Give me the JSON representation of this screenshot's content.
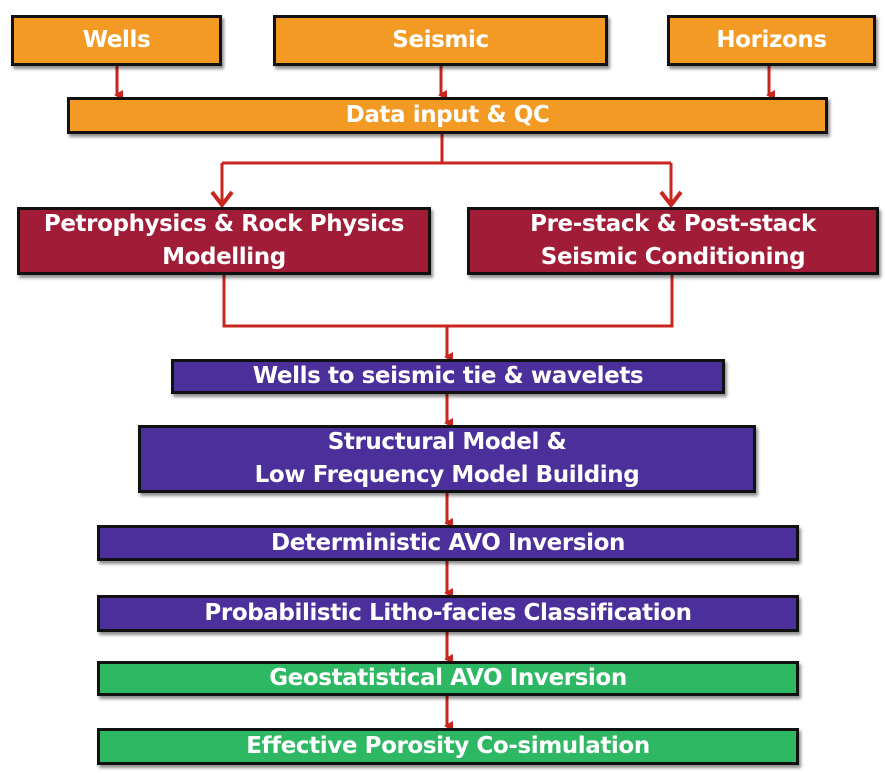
{
  "colors": {
    "orange": "#f39a25",
    "red": "#a11c36",
    "purple": "#4b2f9a",
    "green": "#2fb863",
    "connector": "#c8261f",
    "border": "#111111"
  },
  "nodes": {
    "wells": {
      "label": "Wells"
    },
    "seismic": {
      "label": "Seismic"
    },
    "horizons": {
      "label": "Horizons"
    },
    "data_input": {
      "label": "Data input & QC"
    },
    "petrophysics": {
      "line1": "Petrophysics & Rock Physics",
      "line2": "Modelling"
    },
    "prestack": {
      "line1": "Pre-stack & Post-stack",
      "line2": "Seismic Conditioning"
    },
    "well_tie": {
      "label": "Wells to seismic tie & wavelets"
    },
    "structural": {
      "line1": "Structural Model &",
      "line2": "Low Frequency Model Building"
    },
    "avo_inversion": {
      "label": "Deterministic AVO Inversion"
    },
    "litho_facies": {
      "label": "Probabilistic Litho-facies Classification"
    },
    "geostat_inversion": {
      "label": "Geostatistical AVO Inversion"
    },
    "porosity": {
      "label": "Effective Porosity Co-simulation"
    }
  },
  "edges": [
    {
      "from": "wells",
      "to": "data_input"
    },
    {
      "from": "seismic",
      "to": "data_input"
    },
    {
      "from": "horizons",
      "to": "data_input"
    },
    {
      "from": "data_input",
      "to": "petrophysics"
    },
    {
      "from": "data_input",
      "to": "prestack"
    },
    {
      "from": "petrophysics",
      "to": "well_tie"
    },
    {
      "from": "prestack",
      "to": "well_tie"
    },
    {
      "from": "well_tie",
      "to": "structural"
    },
    {
      "from": "structural",
      "to": "avo_inversion"
    },
    {
      "from": "avo_inversion",
      "to": "litho_facies"
    },
    {
      "from": "litho_facies",
      "to": "geostat_inversion"
    },
    {
      "from": "geostat_inversion",
      "to": "porosity"
    }
  ]
}
